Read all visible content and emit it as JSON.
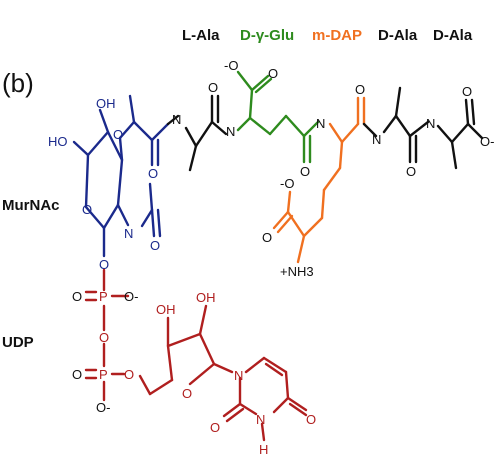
{
  "panel_label": "(b)",
  "header": {
    "l_ala": "L-Ala",
    "d_glu": "D-γ-Glu",
    "m_dap": "m-DAP",
    "d_ala_1": "D-Ala",
    "d_ala_2": "D-Ala"
  },
  "sugars": {
    "murnac": "MurNAc",
    "udp": "UDP"
  },
  "atoms": {
    "o": "O",
    "n": "N",
    "nh": "NH",
    "ho": "HO",
    "oh": "OH",
    "p": "P",
    "o_minus": "O-",
    "minus_o": "-O",
    "nh3": "+NH3",
    "h": "H"
  },
  "colors": {
    "black": "#111111",
    "blue": "#1b2a8c",
    "green": "#2e8b1e",
    "orange": "#f07020",
    "red": "#b01f1f"
  }
}
